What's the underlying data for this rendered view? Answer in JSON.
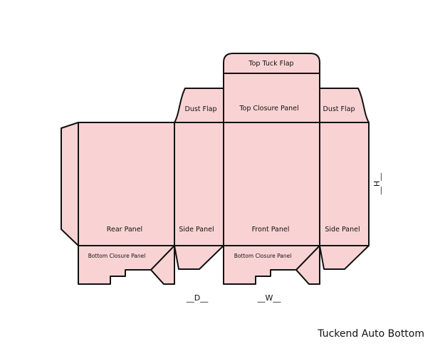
{
  "diagram": {
    "title": "Tuckend Auto Bottom",
    "fill_color": "#f9d3d4",
    "stroke_color": "#111111",
    "panels": {
      "top_tuck_flap": "Top Tuck Flap",
      "top_closure_panel": "Top Closure Panel",
      "dust_flap_left": "Dust Flap",
      "dust_flap_right": "Dust Flap",
      "rear_panel": "Rear Panel",
      "side_panel_left": "Side Panel",
      "front_panel": "Front Panel",
      "side_panel_right": "Side Panel",
      "bottom_closure_left": "Bottom Closure Panel",
      "bottom_closure_right": "Bottom Closure Panel"
    },
    "dimensions": {
      "depth": "__D__",
      "width": "__W__",
      "height": "__H__"
    }
  }
}
